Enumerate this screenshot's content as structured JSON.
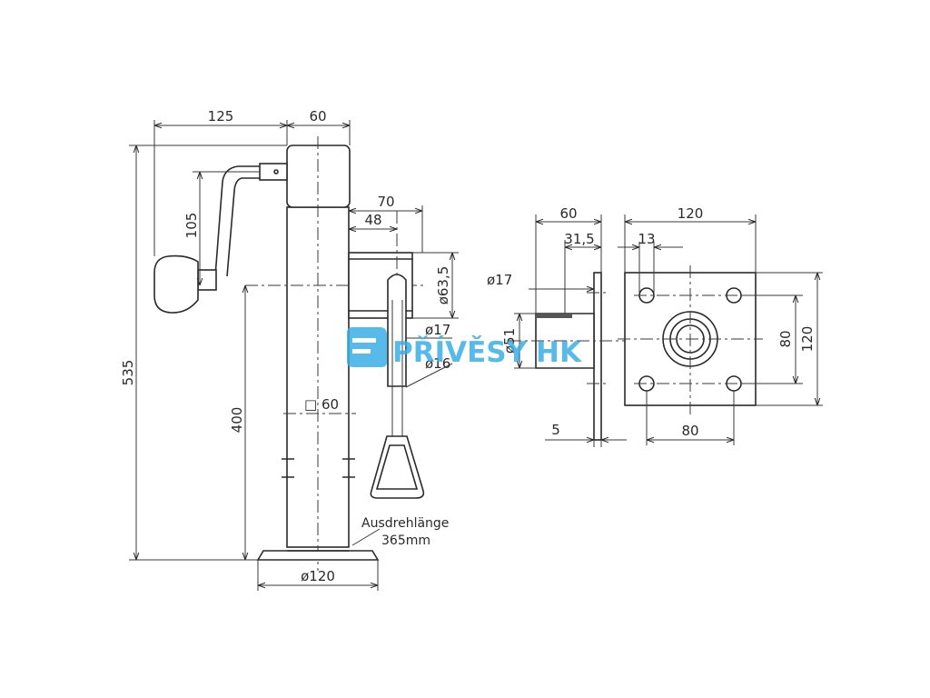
{
  "dimensions": {
    "d125": "125",
    "d60_top": "60",
    "d535": "535",
    "d105": "105",
    "d70": "70",
    "d48": "48",
    "d63_5": "ø63,5",
    "d17_side": "ø17",
    "d16": "ø16",
    "sq60": "□ 60",
    "d400": "400",
    "d120_foot": "ø120",
    "plate_60": "60",
    "plate_31_5": "31,5",
    "plate_17": "ø17",
    "plate_51": "ø51",
    "plate_5": "5",
    "plate_120_w": "120",
    "plate_13": "13",
    "plate_80_h": "80",
    "plate_120_h": "120",
    "plate_80_w": "80"
  },
  "notes": {
    "extension_line1": "Ausdrehlänge",
    "extension_line2": "365mm"
  },
  "watermark": {
    "brand_left": "PŘÍVĚSY",
    "brand_right": "HK",
    "color": "#3aaee5"
  }
}
